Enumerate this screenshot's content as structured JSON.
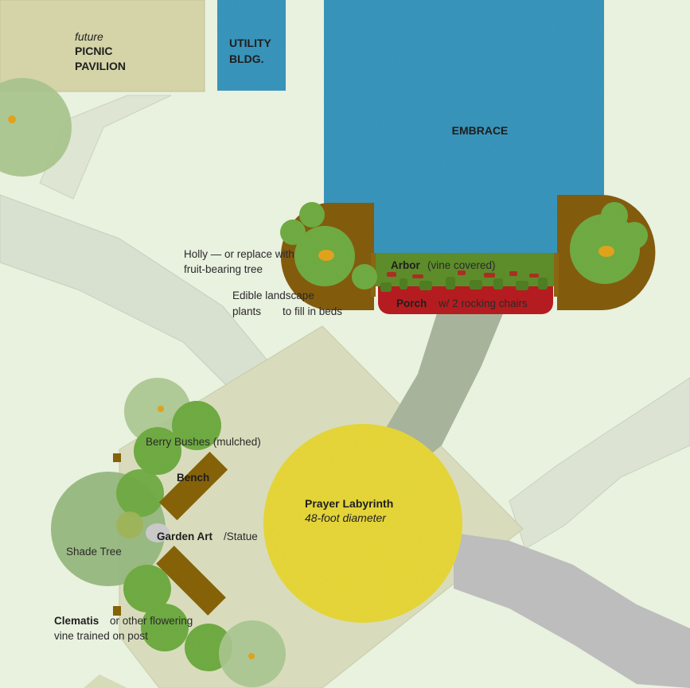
{
  "colors": {
    "ground": "#e9f1df",
    "path_light": "#d8e0cf",
    "path_dark": "#a8b39b",
    "path_grey": "#bdbdbd",
    "plaza": "#d8dcbc",
    "pavilion": "#d4d4a8",
    "building": "#3a96bd",
    "porch": "#b81f20",
    "arbor": "#5f8f2a",
    "mulch_bed": "#855d0c",
    "shrub": "#71ad44",
    "tree_light": "#a9c48f",
    "bench": "#856208",
    "labyrinth": "#e8d83a",
    "statue": "#c9c9c9",
    "fruit": "#e0a21c"
  },
  "labels": {
    "pavilion_future": "future",
    "pavilion_line1": "PICNIC",
    "pavilion_line2": "PAVILION",
    "utility_line1": "UTILITY",
    "utility_line2": "BLDG.",
    "embrace": "EMBRACE",
    "holly_line1": "Holly — or replace with",
    "holly_line2": "fruit-bearing tree",
    "edible_line1": "Edible landscape",
    "edible_line2a": "plants",
    "edible_line2b": "to fill in beds",
    "arbor_bold": "Arbor",
    "arbor_rest": "(vine covered)",
    "porch_bold": "Porch",
    "porch_rest": "w/ 2 rocking chairs",
    "berry": "Berry Bushes (mulched)",
    "bench": "Bench",
    "garden_art_bold": "Garden Art",
    "garden_art_rest": "/Statue",
    "shade_tree": "Shade Tree",
    "clematis_bold": "Clematis",
    "clematis_rest": "or other flowering",
    "clematis_line2": "vine trained on post",
    "labyrinth_title": "Prayer Labyrinth",
    "labyrinth_sub": "48-foot diameter"
  }
}
